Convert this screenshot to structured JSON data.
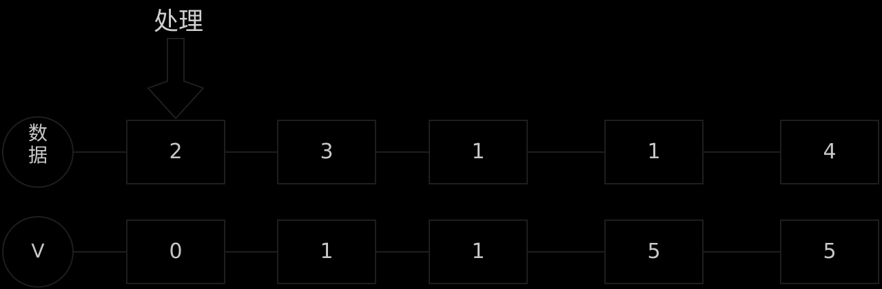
{
  "process_label": "处理",
  "rows": [
    {
      "label": "数据",
      "label_lines": [
        "数",
        "据"
      ],
      "nodes": [
        "2",
        "3",
        "1",
        "1",
        "4"
      ]
    },
    {
      "label": "V",
      "nodes": [
        "0",
        "1",
        "1",
        "5",
        "5"
      ]
    }
  ],
  "colors": {
    "background": "#000000",
    "stroke": "#1e1e1e",
    "text": "#c8c8c8"
  }
}
